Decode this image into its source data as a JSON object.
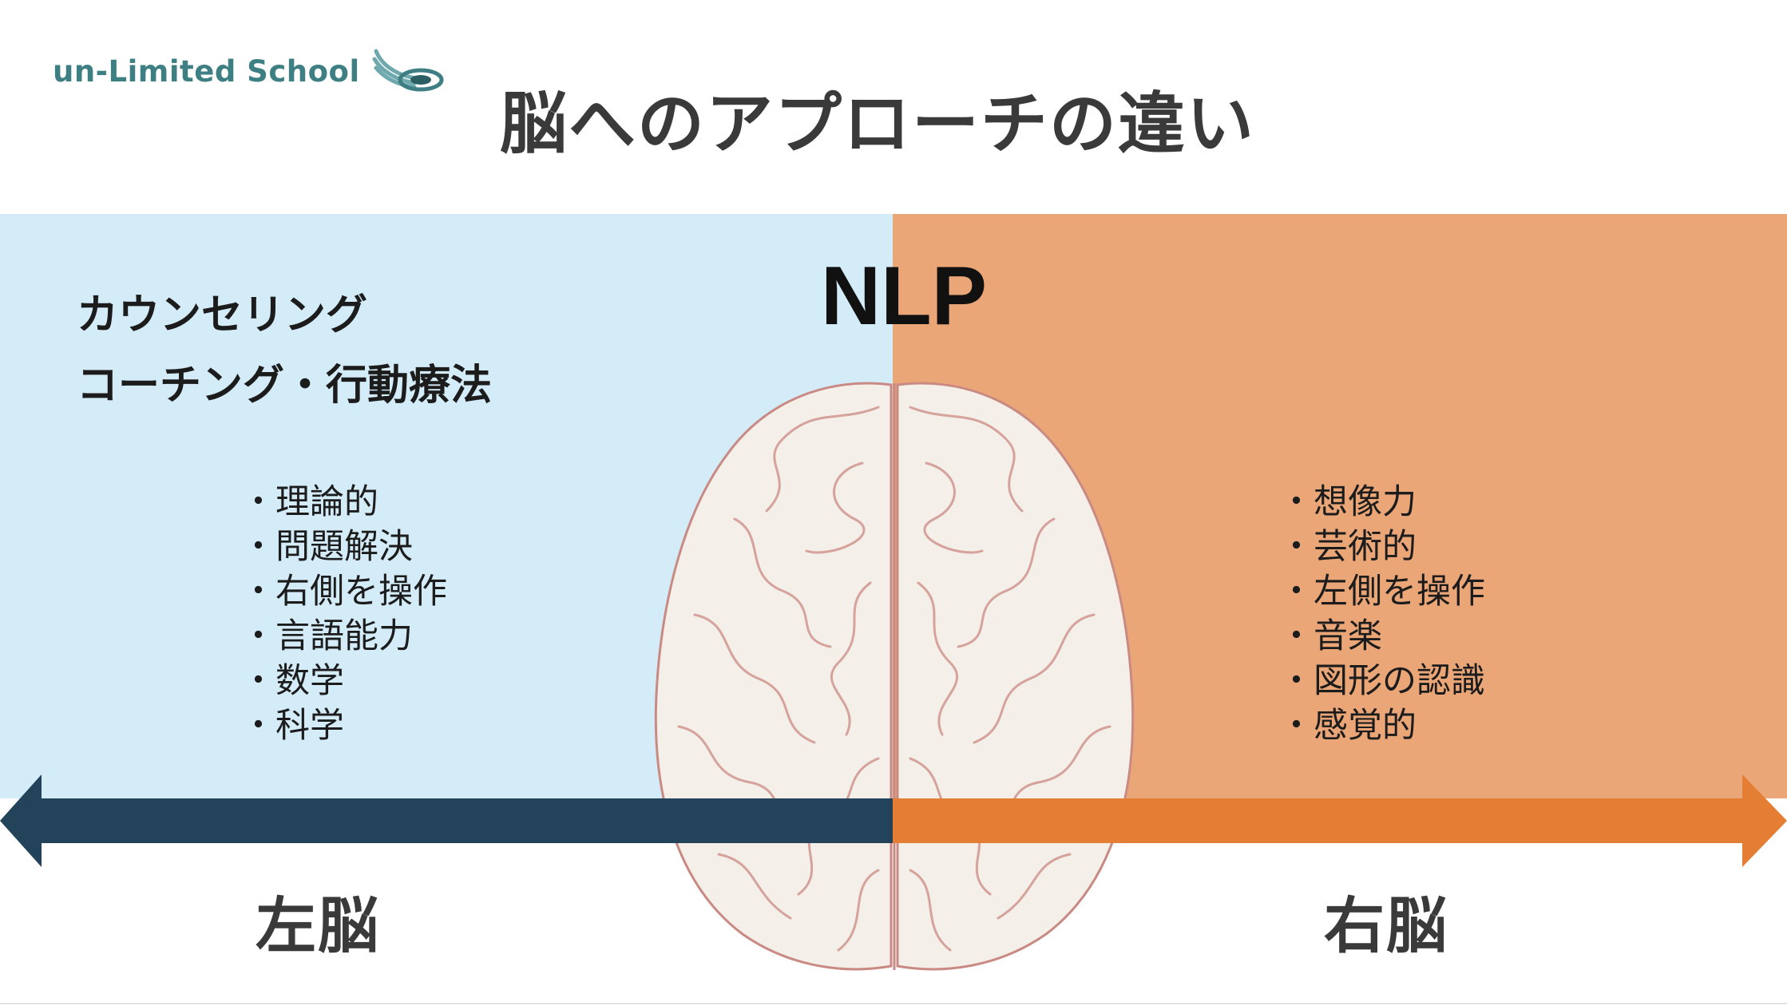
{
  "brand": {
    "name": "un-Limited School"
  },
  "title": "脳へのアプローチの違い",
  "left_panel": {
    "methods": [
      "カウンセリング",
      "コーチング・行動療法"
    ],
    "items": [
      "理論的",
      "問題解決",
      "右側を操作",
      "言語能力",
      "数学",
      "科学"
    ]
  },
  "center": {
    "label": "NLP"
  },
  "right_panel": {
    "items": [
      "想像力",
      "芸術的",
      "左側を操作",
      "音楽",
      "図形の認識",
      "感覚的"
    ]
  },
  "axis": {
    "left_label": "左脳",
    "right_label": "右脳"
  },
  "colors": {
    "left_bg": "#d3ecf8",
    "right_bg": "#eba677",
    "left_arrow": "#22435a",
    "right_arrow": "#e57e35",
    "brand": "#3e7f83"
  }
}
